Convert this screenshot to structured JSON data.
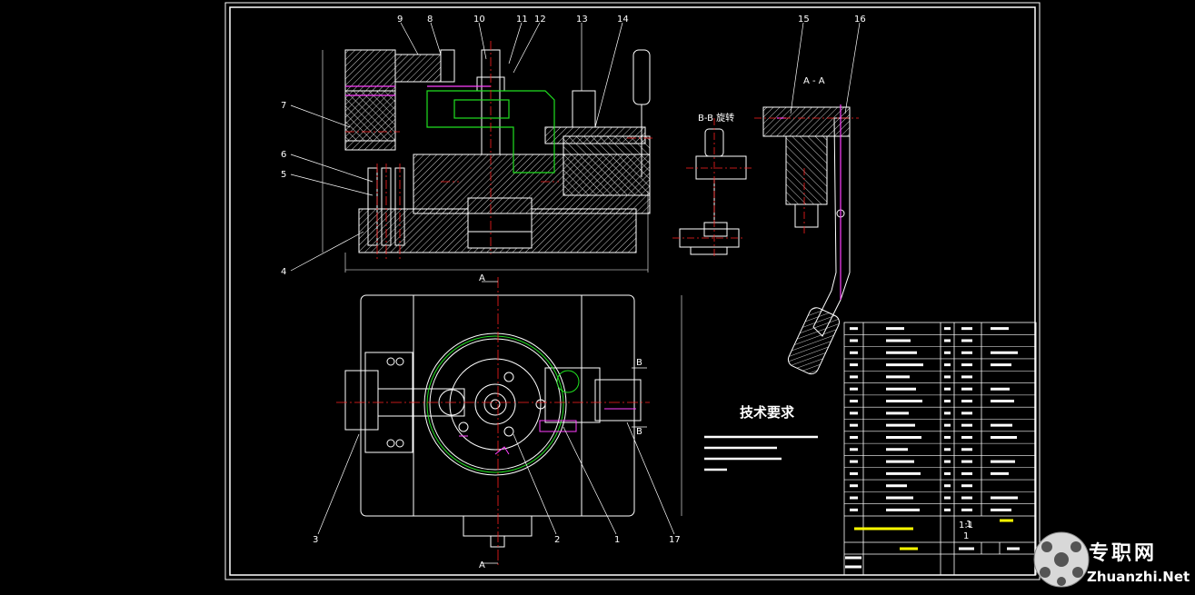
{
  "balloons": [
    "1",
    "2",
    "3",
    "4",
    "5",
    "6",
    "7",
    "8",
    "9",
    "10",
    "11",
    "12",
    "13",
    "14",
    "15",
    "16",
    "17"
  ],
  "section_labels": {
    "aa": "A - A",
    "bb": "B-B 旋转",
    "a_top": "A",
    "a_bottom": "A",
    "b_top": "B",
    "b_bottom": "B"
  },
  "tech_requirements": {
    "title": "技术要求"
  },
  "title_block": {
    "qty_1": "1",
    "qty_2": "1",
    "scale": "1:1",
    "sheet": "1"
  },
  "watermark": {
    "name_cn": "专职网",
    "domain": "Zhuanzhi.Net"
  },
  "colors": {
    "background": "#000000",
    "line": "#ffffff",
    "centerline": "#ff2020",
    "highlight_green": "#20e020",
    "highlight_magenta": "#ff40ff",
    "highlight_yellow": "#ffff00",
    "dimension": "#ffffff"
  }
}
